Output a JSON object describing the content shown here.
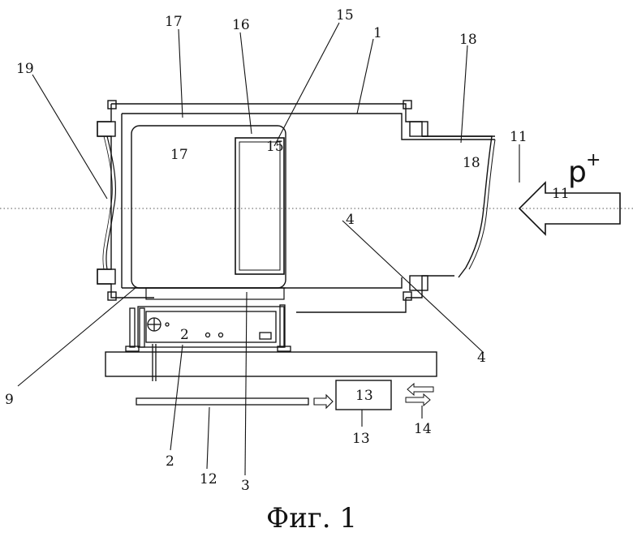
{
  "figure": {
    "caption": "Фиг. 1",
    "beam_label": "p",
    "beam_superscript": "+",
    "labels": {
      "l1": "1",
      "l2": "2",
      "l3": "3",
      "l4": "4",
      "l9": "9",
      "l11": "11",
      "l12": "12",
      "l13": "13",
      "l14": "14",
      "l15": "15",
      "l16": "16",
      "l17": "17",
      "l18": "18",
      "l19": "19"
    }
  }
}
